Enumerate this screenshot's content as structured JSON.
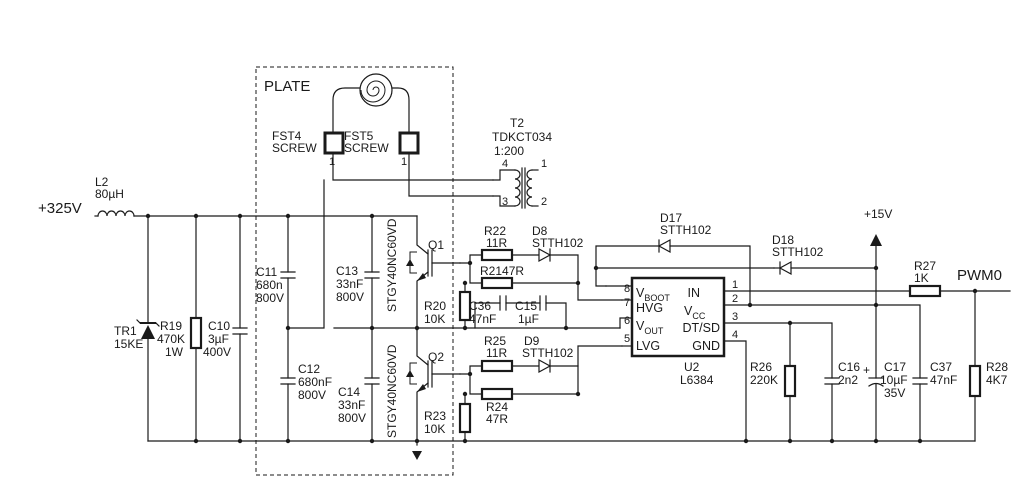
{
  "inputs": {
    "supply": "+325V",
    "vcc": "+15V",
    "pwm": "PWM0"
  },
  "plate_label": "PLATE",
  "fst4": {
    "name": "FST4",
    "type": "SCREW",
    "pin": "1"
  },
  "fst5": {
    "name": "FST5",
    "type": "SCREW",
    "pin": "1"
  },
  "t2": {
    "name": "T2",
    "part": "TDKCT034",
    "ratio": "1:200",
    "pins": [
      "4",
      "3",
      "1",
      "2"
    ]
  },
  "l2": {
    "name": "L2",
    "value": "80µH"
  },
  "tr1": {
    "name": "TR1",
    "value": "15KE"
  },
  "r19": {
    "name": "R19",
    "value": "470K",
    "rating": "1W"
  },
  "c10": {
    "name": "C10",
    "value": "3µF",
    "rating": "400V"
  },
  "c11": {
    "name": "C11",
    "value": "680n",
    "rating": "800V"
  },
  "c12": {
    "name": "C12",
    "value": "680nF",
    "rating": "800V"
  },
  "c13": {
    "name": "C13",
    "value": "33nF",
    "rating": "800V"
  },
  "c14": {
    "name": "C14",
    "value": "33nF",
    "rating": "800V"
  },
  "q1": {
    "name": "Q1",
    "part": "STGY40NC60VD"
  },
  "q2": {
    "name": "Q2",
    "part": "STGY40NC60VD"
  },
  "r22": {
    "name": "R22",
    "value": "11R"
  },
  "r21": {
    "label": "R2147R"
  },
  "d8": {
    "name": "D8",
    "part": "STTH102"
  },
  "r20": {
    "name": "R20",
    "value": "10K"
  },
  "c36": {
    "label": "C36",
    "value": "47nF"
  },
  "c15": {
    "name": "C15",
    "value": "1µF"
  },
  "r25": {
    "name": "R25",
    "value": "11R"
  },
  "d9": {
    "name": "D9",
    "part": "STTH102"
  },
  "r24": {
    "name": "R24",
    "value": "47R"
  },
  "r23": {
    "name": "R23",
    "value": "10K"
  },
  "d17": {
    "name": "D17",
    "part": "STTH102"
  },
  "d18": {
    "name": "D18",
    "part": "STTH102"
  },
  "u2": {
    "name": "U2",
    "part": "L6384",
    "pins_left": [
      {
        "num": "8",
        "label": "V",
        "sub": "BOOT"
      },
      {
        "num": "7",
        "label": "HVG",
        "sub": ""
      },
      {
        "num": "6",
        "label": "V",
        "sub": "OUT"
      },
      {
        "num": "5",
        "label": "LVG",
        "sub": ""
      }
    ],
    "pins_right": [
      {
        "num": "1",
        "label": "IN",
        "sub": ""
      },
      {
        "num": "2",
        "label": "V",
        "sub": "CC"
      },
      {
        "num": "3",
        "label": "DT/SD",
        "sub": ""
      },
      {
        "num": "4",
        "label": "GND",
        "sub": ""
      }
    ]
  },
  "r27": {
    "name": "R27",
    "value": "1K"
  },
  "r26": {
    "name": "R26",
    "value": "220K"
  },
  "c16": {
    "name": "C16",
    "value": "2n2"
  },
  "c17": {
    "name": "C17",
    "value": "10µF",
    "rating": "35V",
    "polarity": "+"
  },
  "c37": {
    "name": "C37",
    "value": "47nF"
  },
  "r28": {
    "name": "R28",
    "value": "4K7"
  }
}
